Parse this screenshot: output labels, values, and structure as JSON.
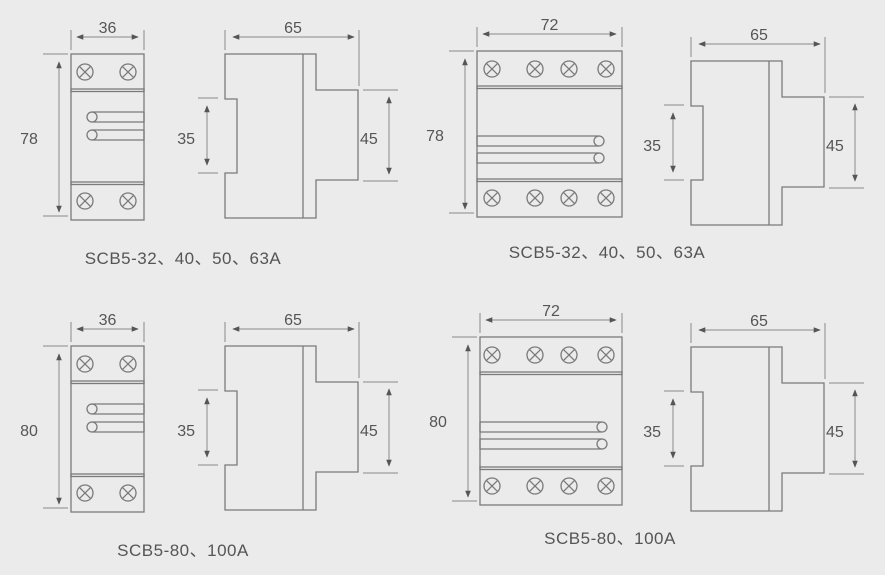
{
  "panels": [
    {
      "model": "SCB5-32、40、50、63A",
      "width": "36",
      "height": "78",
      "depth": "65",
      "rail": "35",
      "front": "45",
      "poles": 2
    },
    {
      "model": "SCB5-32、40、50、63A",
      "width": "72",
      "height": "78",
      "depth": "65",
      "rail": "35",
      "front": "45",
      "poles": 4
    },
    {
      "model": "SCB5-80、100A",
      "width": "36",
      "height": "80",
      "depth": "65",
      "rail": "35",
      "front": "45",
      "poles": 2
    },
    {
      "model": "SCB5-80、100A",
      "width": "72",
      "height": "80",
      "depth": "65",
      "rail": "35",
      "front": "45",
      "poles": 4
    }
  ],
  "colors": {
    "line": "#7a7a7a",
    "background": "#ebebeb",
    "text": "#555555"
  }
}
